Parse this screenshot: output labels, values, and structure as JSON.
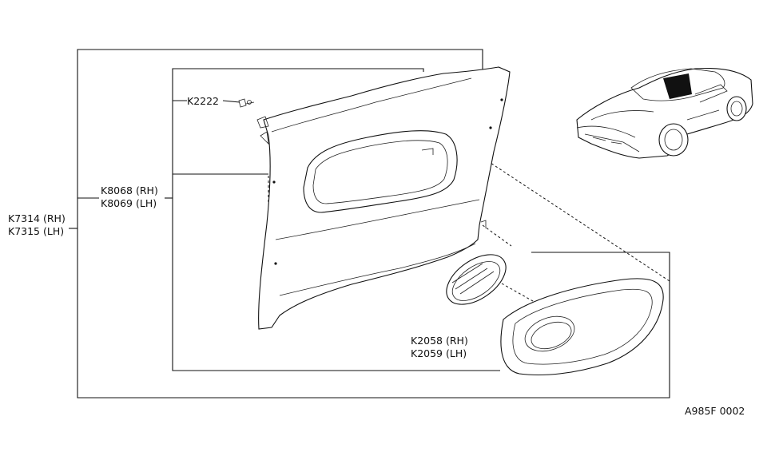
{
  "diagram": {
    "labels": {
      "k2222": "K2222",
      "k8068": "K8068 (RH)",
      "k8069": "K8069 (LH)",
      "k7314": "K7314 (RH)",
      "k7315": "K7315 (LH)",
      "k2058": "K2058 (RH)",
      "k2059": "K2059 (LH)",
      "code": "A985F  0002"
    }
  }
}
